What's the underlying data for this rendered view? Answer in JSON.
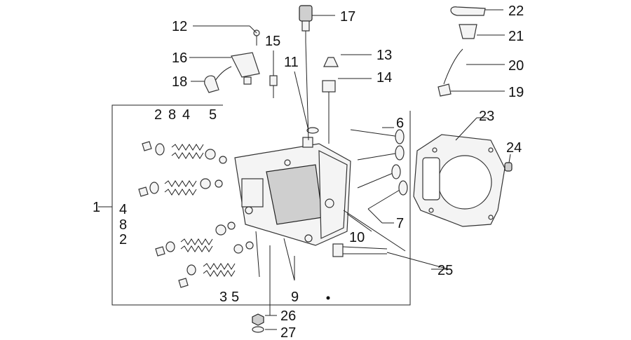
{
  "callouts": [
    {
      "id": "1",
      "text": "1"
    },
    {
      "id": "2a",
      "text": "2"
    },
    {
      "id": "2b",
      "text": "2"
    },
    {
      "id": "3",
      "text": "3"
    },
    {
      "id": "4a",
      "text": "4"
    },
    {
      "id": "4b",
      "text": "4"
    },
    {
      "id": "5a",
      "text": "5"
    },
    {
      "id": "5b",
      "text": "5"
    },
    {
      "id": "6",
      "text": "6"
    },
    {
      "id": "7",
      "text": "7"
    },
    {
      "id": "8a",
      "text": "8"
    },
    {
      "id": "8b",
      "text": "8"
    },
    {
      "id": "9",
      "text": "9"
    },
    {
      "id": "10",
      "text": "10"
    },
    {
      "id": "11",
      "text": "11"
    },
    {
      "id": "12",
      "text": "12"
    },
    {
      "id": "13",
      "text": "13"
    },
    {
      "id": "14",
      "text": "14"
    },
    {
      "id": "15",
      "text": "15"
    },
    {
      "id": "16",
      "text": "16"
    },
    {
      "id": "17",
      "text": "17"
    },
    {
      "id": "18",
      "text": "18"
    },
    {
      "id": "19",
      "text": "19"
    },
    {
      "id": "20",
      "text": "20"
    },
    {
      "id": "21",
      "text": "21"
    },
    {
      "id": "22",
      "text": "22"
    },
    {
      "id": "23",
      "text": "23"
    },
    {
      "id": "24",
      "text": "24"
    },
    {
      "id": "25",
      "text": "25"
    },
    {
      "id": "26",
      "text": "26"
    },
    {
      "id": "27",
      "text": "27"
    }
  ]
}
